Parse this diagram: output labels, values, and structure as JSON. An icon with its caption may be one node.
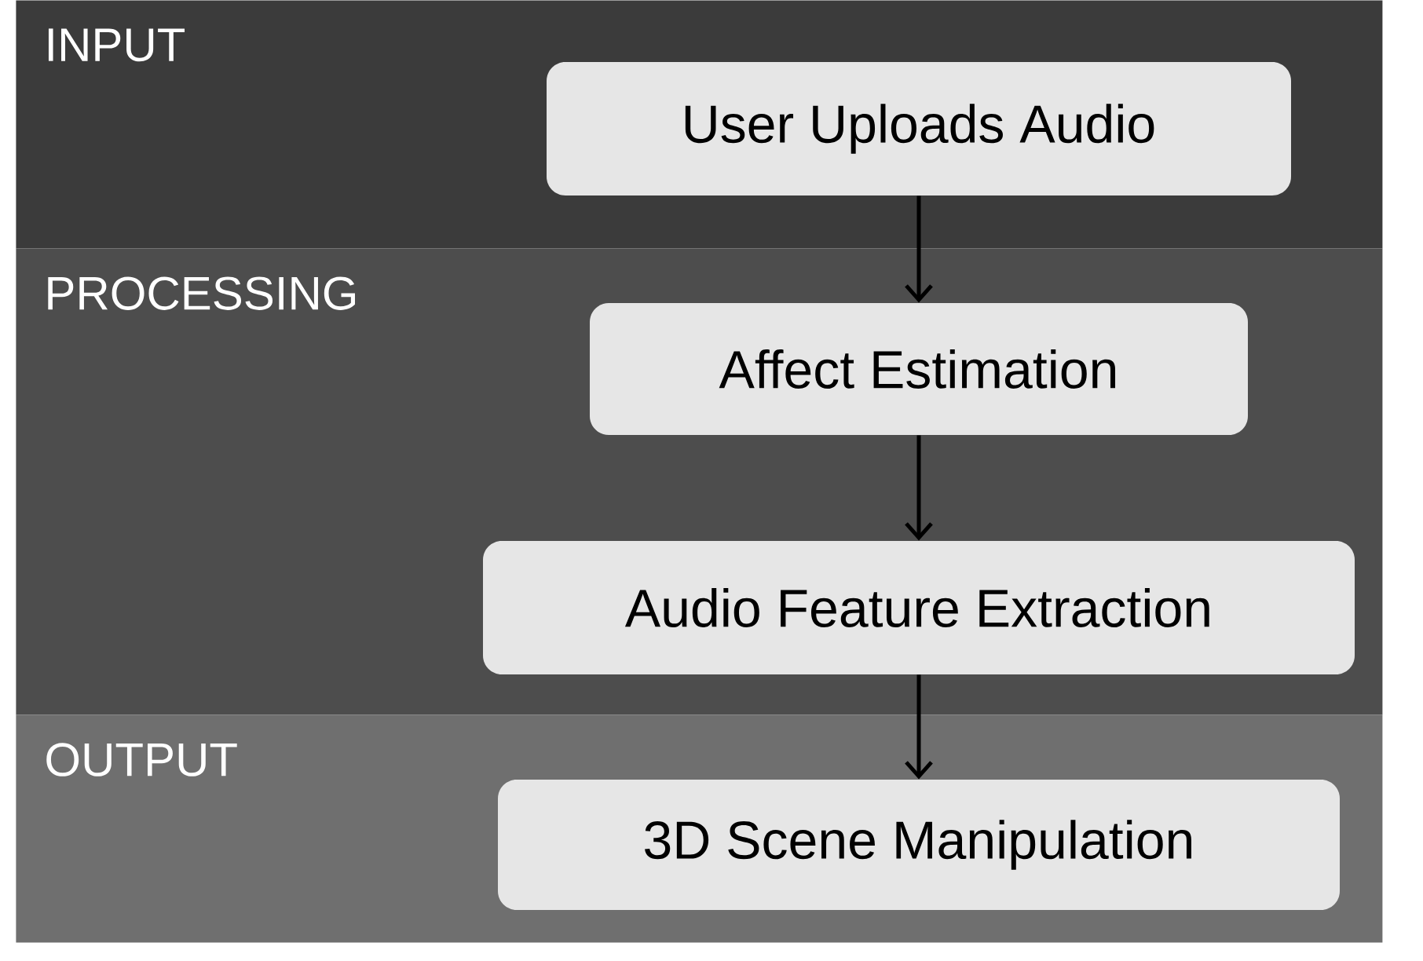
{
  "diagram": {
    "nodes": [
      {
        "text": [
          "INPUT"
        ]
      },
      {
        "text": [
          "User Uploads Audio"
        ],
        "in": 0
      },
      {
        "text": [
          "PROCESSING"
        ]
      },
      {
        "text": [
          "Affect Estimation"
        ],
        "in": 2
      },
      {
        "text": [
          "Audio Feature Extraction"
        ],
        "in": 2
      },
      {
        "text": [
          "OUTPUT"
        ]
      },
      {
        "text": [
          "3D Scene Manipulation"
        ],
        "in": 5
      }
    ],
    "edges": [
      {
        "from": 1,
        "to": 3,
        "arrow": "to"
      },
      {
        "from": 3,
        "to": 4,
        "arrow": "to"
      },
      {
        "from": 4,
        "to": 6,
        "arrow": "to"
      }
    ]
  }
}
